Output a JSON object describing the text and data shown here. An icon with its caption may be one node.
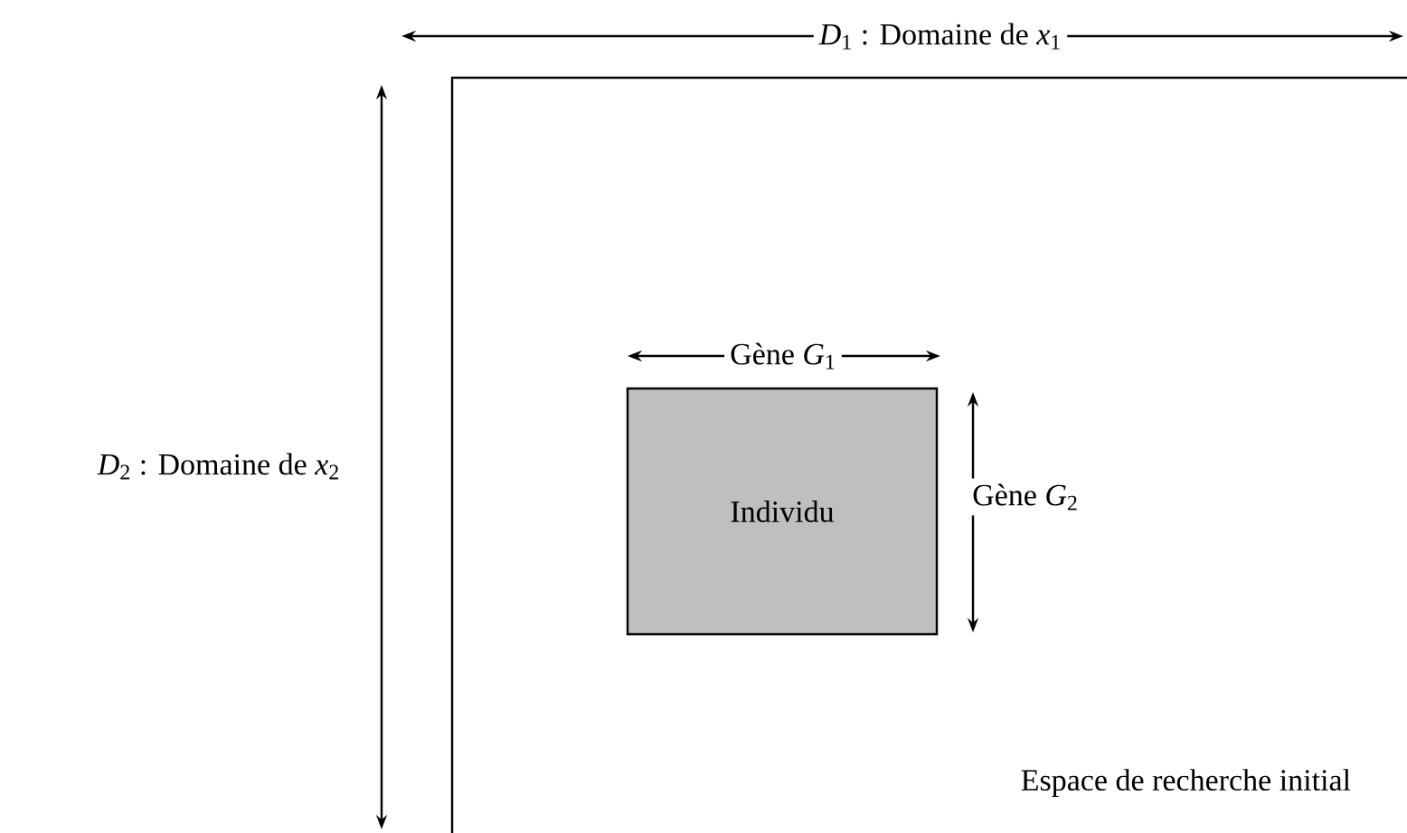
{
  "diagram": {
    "nodes": [
      {
        "text": [
          "Espace de recherche initial"
        ]
      },
      {
        "text": [
          "Individu"
        ],
        "in": 0
      }
    ],
    "labels": [
      "*D*$_{1}$ : Domaine de *x*$_{1}$",
      "*D*$_{2}$ : Domaine de *x*$_{2}$",
      "Gène *G*$_{1}$",
      "Gène *G*$_{2}$"
    ]
  }
}
